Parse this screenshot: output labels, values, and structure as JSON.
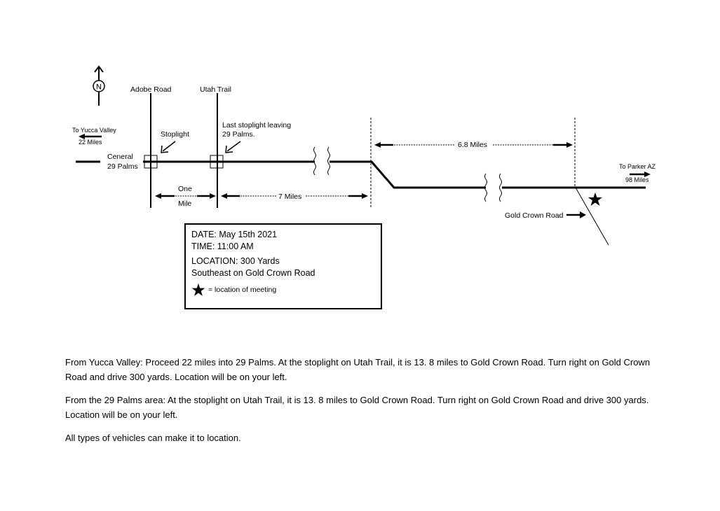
{
  "map": {
    "compass_letter": "N",
    "adobe_road": "Adobe Road",
    "utah_trail": "Utah Trail",
    "to_yucca_valley": "To Yucca Valley",
    "yucca_distance": "22 Miles",
    "central_line1": "Ceneral",
    "central_line2": "29 Palms",
    "stoplight": "Stoplight",
    "last_stoplight_line1": "Last stoplight leaving",
    "last_stoplight_line2": "29 Palms.",
    "one_mile_line1": "One",
    "one_mile_line2": "Mile",
    "seven_miles": "7 Miles",
    "six_eight_miles": "6.8 Miles",
    "to_parker": "To Parker AZ",
    "parker_distance": "98 Miles",
    "gold_crown_road": "Gold Crown Road"
  },
  "info": {
    "date": "DATE: May 15th 2021",
    "time": "TIME:  11:00 AM",
    "location_line1": "LOCATION:  300 Yards",
    "location_line2": "Southeast on Gold Crown Road",
    "legend": "= location of meeting"
  },
  "directions": {
    "p1": "From Yucca Valley:  Proceed 22 miles into 29 Palms.  At the stoplight on Utah Trail, it is 13. 8 miles to Gold Crown Road.  Turn right on Gold Crown Road and drive 300 yards.  Location will be on your left.",
    "p2": "From the 29 Palms area:   At the stoplight on Utah Trail, it is 13. 8 miles to Gold Crown Road.  Turn right on Gold Crown Road and drive 300 yards.  Location will be on your left.",
    "p3": "All types of vehicles can make it to location."
  }
}
